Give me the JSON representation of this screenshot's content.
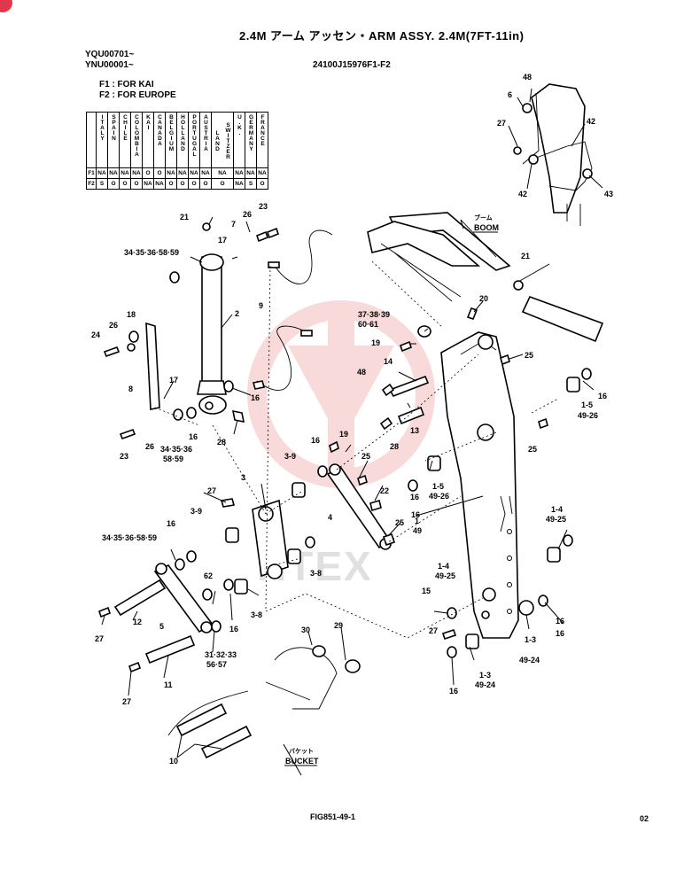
{
  "header": {
    "title": "2.4M アーム アッセン・ARM ASSY. 2.4M(7FT-11in)",
    "serial_1": "YQU00701~",
    "serial_2": "YNU00001~",
    "part_code": "24100J15976F1-F2",
    "note_f1": "F1 : FOR KAI",
    "note_f2": "F2 : FOR EUROPE"
  },
  "country_table": {
    "countries": [
      "ITALY",
      "SPAIN",
      "CHILE",
      "COLOMBIA",
      "KAI",
      "CANADA",
      "BELGIUM",
      "HOLLAND",
      "PORTUGAL",
      "AUSTRIA",
      "SWITZER LAND",
      "U.K.",
      "GERMANY",
      "FRANCE"
    ],
    "rows": [
      {
        "label": "F1",
        "values": [
          "NA",
          "NA",
          "NA",
          "NA",
          "O",
          "O",
          "NA",
          "NA",
          "NA",
          "NA",
          "NA",
          "NA",
          "NA",
          "NA"
        ]
      },
      {
        "label": "F2",
        "values": [
          "S",
          "O",
          "O",
          "O",
          "NA",
          "NA",
          "O",
          "O",
          "O",
          "O",
          "O",
          "NA",
          "S",
          "O"
        ]
      }
    ]
  },
  "annotations": {
    "boom_jp": "ブーム",
    "boom_en": "BOOM",
    "bucket_jp": "バケット",
    "bucket_en": "BUCKET",
    "watermark": "HTEX"
  },
  "footer": {
    "figure": "FIG851-49-1",
    "page": "02"
  },
  "labels": [
    "48",
    "6",
    "27",
    "42",
    "42",
    "43",
    "21",
    "26",
    "7",
    "23",
    "17",
    "34·35·36·58·59",
    "2",
    "9",
    "18",
    "26",
    "24",
    "8",
    "17",
    "16",
    "23",
    "26",
    "16",
    "34·35·36",
    "58·59",
    "28",
    "21",
    "20",
    "37·38·39",
    "60·61",
    "19",
    "25",
    "25",
    "16",
    "14",
    "48",
    "13",
    "28",
    "16",
    "16",
    "19",
    "3-9",
    "25",
    "1-5",
    "49-26",
    "22",
    "3",
    "27",
    "4",
    "25",
    "16",
    "1-5",
    "49-26",
    "3-9",
    "34·35·36·58·59",
    "16",
    "1",
    "49",
    "1-4",
    "49-25",
    "62",
    "3-8",
    "12",
    "5",
    "16",
    "3-8",
    "1-4",
    "49-25",
    "15",
    "16",
    "27",
    "27",
    "31·32·33",
    "56·57",
    "30",
    "29",
    "16",
    "1-3",
    "49-24",
    "1-3",
    "49-24",
    "16",
    "11",
    "27",
    "10"
  ]
}
